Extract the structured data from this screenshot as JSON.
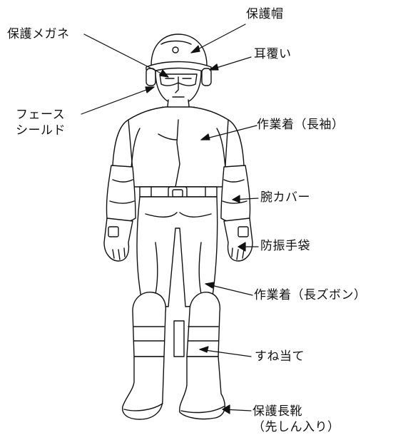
{
  "labels": {
    "helmet": "保護帽",
    "goggles": "保護メガネ",
    "earmuffs": "耳覆い",
    "face_shield_line1": "フェース",
    "face_shield_line2": "シールド",
    "jacket": "作業着（長袖）",
    "arm_cover": "腕カバー",
    "gloves": "防振手袋",
    "trousers": "作業着（長ズボン）",
    "shin_guard": "すね当て",
    "boots_line1": "保護長靴",
    "boots_line2": "（先しん入り）"
  },
  "colors": {
    "ink": "#111111",
    "background": "#ffffff"
  }
}
